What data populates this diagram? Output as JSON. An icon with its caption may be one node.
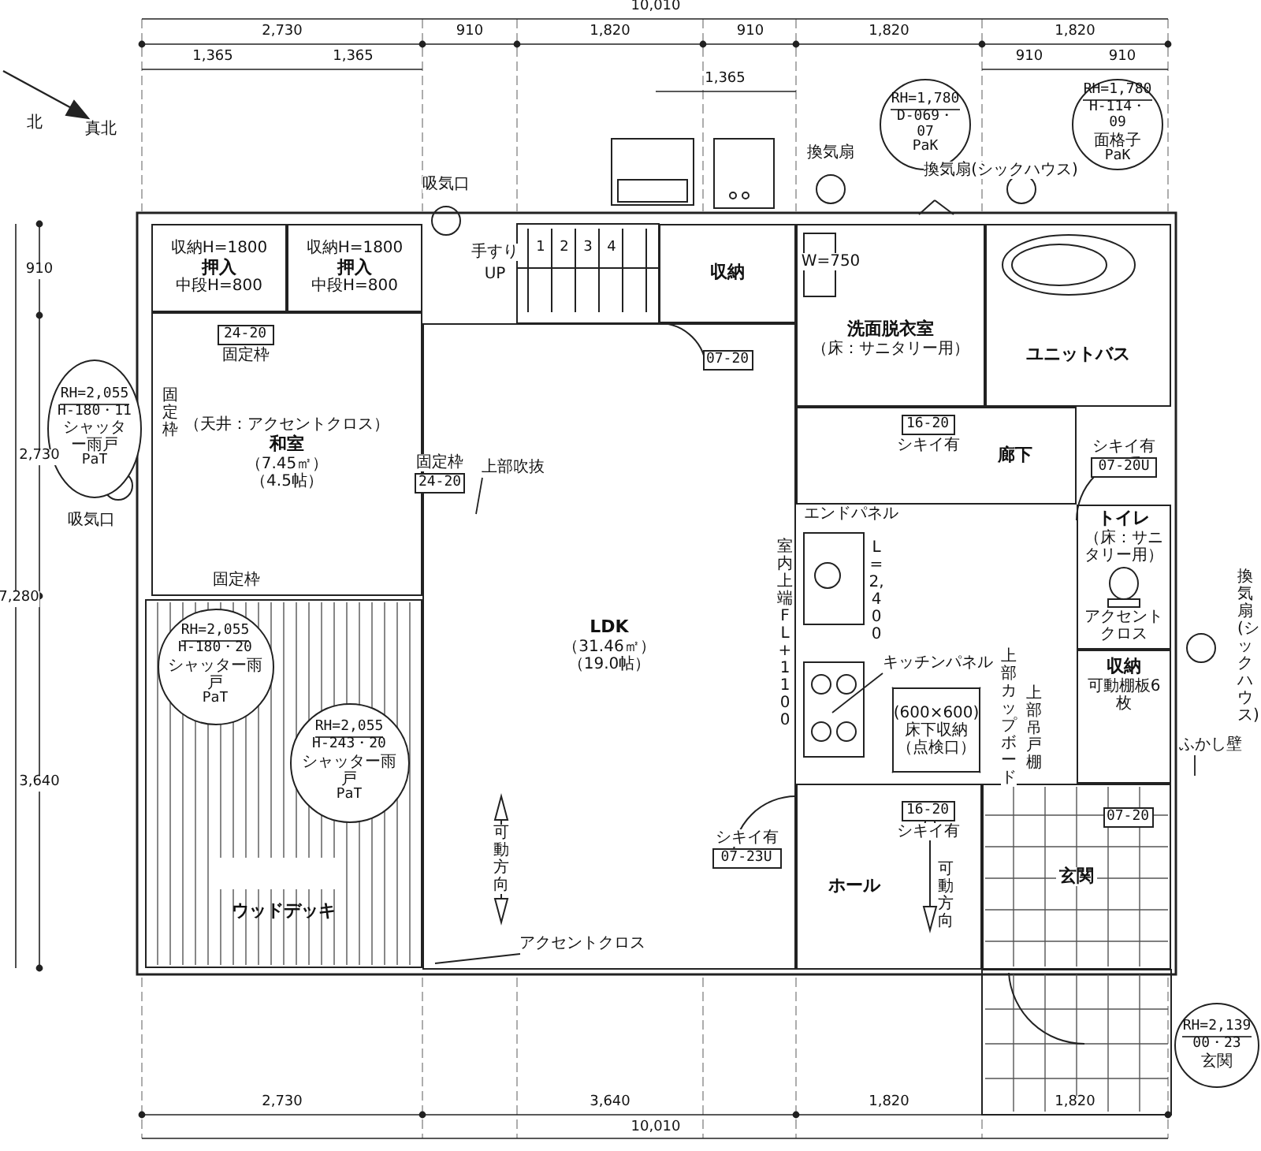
{
  "diagram": {
    "nodes": [
      {
        "text": [
          "収納H=1800",
          "押入",
          "中段H=800"
        ]
      },
      {
        "text": [
          "収納H=1800",
          "押入",
          "中段H=800"
        ]
      },
      {
        "text": [
          "（天井：アクセントクロス）",
          "和室",
          "（7.45㎡）",
          "（4.5帖）"
        ]
      },
      {
        "text": [
          "ウッドデッキ"
        ]
      },
      {
        "text": [
          "LDK",
          "（31.46㎡）",
          "（19.0帖）"
        ]
      },
      {
        "text": [
          "収納"
        ]
      },
      {
        "text": [
          "洗面脱衣室",
          "（床：サニタリー用）"
        ]
      },
      {
        "text": [
          "ユニットバス"
        ]
      },
      {
        "text": [
          "廊下"
        ]
      },
      {
        "text": [
          "トイレ",
          "（床：サニタリー用）"
        ]
      },
      {
        "text": [
          "収納",
          "可動棚板6枚"
        ]
      },
      {
        "text": [
          "ホール"
        ]
      },
      {
        "text": [
          "玄関"
        ]
      },
      {
        "text": [
          "(600×600)",
          "床下収納",
          "（点検口）"
        ]
      },
      {
        "text": [
          "RH=1,780",
          "D-069・07",
          "PaK"
        ]
      },
      {
        "text": [
          "RH=1,780",
          "H-114・09",
          "面格子",
          "PaK"
        ]
      },
      {
        "text": [
          "RH=2,055",
          "H-180・11",
          "シャッター雨戸",
          "PaT"
        ]
      },
      {
        "text": [
          "RH=2,055",
          "H-180・20",
          "シャッター雨戸",
          "PaT"
        ],
        "in": 3
      },
      {
        "text": [
          "RH=2,055",
          "H-243・20",
          "シャッター雨戸",
          "PaT"
        ],
        "in": 3
      },
      {
        "text": [
          "RH=2,139",
          "00・23",
          "玄関"
        ]
      },
      {
        "text": [
          "24-20"
        ],
        "beside": [
          "固定枠"
        ],
        "in": 2
      },
      {
        "text": [
          "07-20"
        ],
        "in": 4
      },
      {
        "text": [
          "16-20"
        ],
        "beside": [
          "シキイ有"
        ],
        "in": 8
      },
      {
        "text": [
          "07-20U"
        ],
        "beside": [
          "シキイ有"
        ]
      },
      {
        "text": [
          "24-20"
        ],
        "beside": [
          "固定枠"
        ]
      },
      {
        "text": [
          "07-23U"
        ],
        "beside": [
          "シキイ有"
        ],
        "in": 4
      },
      {
        "text": [
          "16-20"
        ],
        "beside": [
          "シキイ有"
        ],
        "in": 11
      },
      {
        "text": [
          "07-20"
        ],
        "in": 12
      },
      {
        "text": [
          "上部吹抜"
        ],
        "in": 4
      },
      {
        "text": [
          "キッチンパネル"
        ]
      },
      {
        "text": [
          "ふかし壁"
        ]
      },
      {
        "text": [
          "アクセントクロス"
        ],
        "in": 4
      }
    ],
    "edges": [
      {
        "from": 28,
        "to": null,
        "arrow": "none"
      },
      {
        "from": 29,
        "to": null,
        "arrow": "none"
      },
      {
        "from": 30,
        "to": null,
        "arrow": "none"
      },
      {
        "from": 31,
        "to": null,
        "arrow": "none"
      }
    ],
    "labels": [
      "10,010",
      "2,730",
      "910",
      "1,820",
      "910",
      "1,820",
      "1,820",
      "1,365",
      "1,365",
      "910",
      "910",
      "1,365",
      "北",
      "真北",
      "910",
      "2,730",
      "7,280",
      "3,640",
      "吸気口",
      "換気扇",
      "換気扇(シックハウス)",
      "手すり",
      "1",
      "2",
      "3",
      "4",
      "UP",
      "W=750",
      "固定枠",
      "吸気口",
      "固定枠",
      "エンドパネル",
      "室内上端FL+1100",
      "L=2,400",
      "上部カップボード",
      "上部吊戸棚",
      "アクセントクロス",
      "換気扇(シックハウス)",
      "可動方向",
      "可動方向",
      "2,730",
      "3,640",
      "1,820",
      "1,820",
      "10,010"
    ]
  }
}
